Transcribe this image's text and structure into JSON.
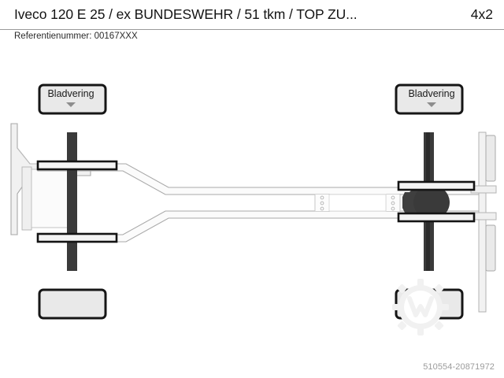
{
  "header": {
    "title": "Iveco 120 E 25 / ex BUNDESWEHR / 51 tkm / TOP ZU...",
    "axle_config": "4x2"
  },
  "subheader": {
    "reference_label": "Referentienummer:",
    "reference_value": "00167XXX",
    "reference_full": "Referentienummer: 00167XXX"
  },
  "annotations": [
    {
      "id": "front-suspension",
      "label": "Bladvering",
      "arrow": "triangle-down-icon"
    },
    {
      "id": "rear-suspension",
      "label": "Bladvering",
      "arrow": "triangle-down-icon"
    }
  ],
  "footer": {
    "asset_id": "510554-20871972"
  },
  "watermark": {
    "name": "gear-logo-watermark",
    "color": "#f2f2f2"
  },
  "diagram": {
    "type": "truck-chassis-top-view",
    "view": "top",
    "axles": 2,
    "colors": {
      "tire_fill": "#e9e9e9",
      "tire_stroke": "#1c1c1c",
      "axle_shaft": "#3a3a3a",
      "leaf_spring": "#1f1f1f",
      "differential": "#3f3f3f",
      "chassis_fill": "#fcfcfc",
      "chassis_stroke": "#a6a6a6",
      "bumper_fill": "#f0f0f0",
      "bumper_stroke": "#a0a0a0",
      "background": "#ffffff"
    },
    "parts": [
      "front-bumper",
      "front-left-tire",
      "front-right-tire",
      "front-axle",
      "front-leaf-spring-left",
      "front-leaf-spring-right",
      "chassis-rail-upper",
      "chassis-rail-lower",
      "crossmember-plate-left",
      "crossmember-plate-right",
      "rear-axle",
      "rear-differential",
      "rear-left-tire",
      "rear-right-tire",
      "rear-leaf-spring-left",
      "rear-leaf-spring-right",
      "rear-crossbar",
      "mudflap-upper",
      "mudflap-lower"
    ],
    "crossmember_hole_count": 3
  }
}
